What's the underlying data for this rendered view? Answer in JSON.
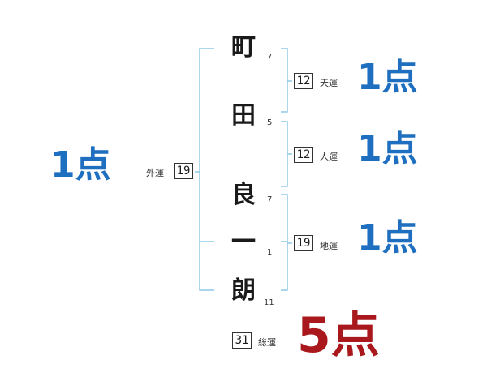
{
  "name": {
    "characters": [
      {
        "char": "町",
        "strokes": "7"
      },
      {
        "char": "田",
        "strokes": "5"
      },
      {
        "char": "良",
        "strokes": "7"
      },
      {
        "char": "一",
        "strokes": "1"
      },
      {
        "char": "朗",
        "strokes": "11"
      }
    ]
  },
  "fortunes": {
    "outer": {
      "label": "外運",
      "value": "19",
      "score": "1点"
    },
    "heaven": {
      "label": "天運",
      "value": "12",
      "score": "1点"
    },
    "person": {
      "label": "人運",
      "value": "12",
      "score": "1点"
    },
    "earth": {
      "label": "地運",
      "value": "19",
      "score": "1点"
    },
    "total": {
      "label": "総運",
      "value": "31",
      "score": "5点"
    }
  },
  "colors": {
    "bracket": "#8ec8e8",
    "score_blue": "#1e6fbf",
    "score_red": "#a8181c"
  }
}
